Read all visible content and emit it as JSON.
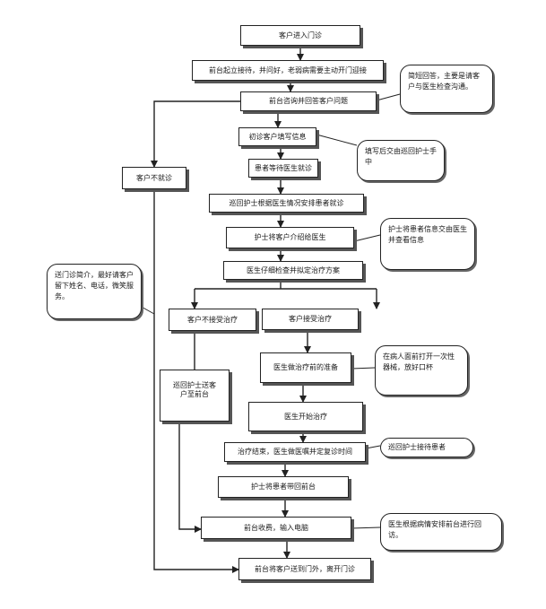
{
  "diagram": {
    "header": "",
    "nodes": {
      "enter": "客户进入门诊",
      "reception": "前台起立接待，并问好，老弱病需要主动开门迎接",
      "consult": "前台咨询并回答客户问题",
      "fill_info": "初诊客户填写信息",
      "wait": "患者等待医生就诊",
      "not_visit": "客户不就诊",
      "nurse_arrange": "巡回护士根据医生情况安排患者就诊",
      "nurse_introduce": "护士将客户介绍给医生",
      "doctor_check": "医生仔细检查并拟定治疗方案",
      "not_accept": "客户不接受治疗",
      "accept": "客户接受治疗",
      "nurse_send": "巡回护士送客户至前台",
      "prepare": "医生做治疗前的准备",
      "start": "医生开始治疗",
      "finish": "治疗结束，医生做医嘱并定复诊时间",
      "nurse_bring": "护士将患者带回前台",
      "checkout": "前台收费，输入电脑",
      "leave": "前台将客户送到门外，离开门诊"
    },
    "notes": {
      "consult_note": "简短回答，主要是请客户与医生检查沟通。",
      "fill_note": "填写后交由巡回护士手中",
      "info_note": "护士将患者信息交由医生并查看信息",
      "intro_note": "送门诊简介，最好请客户留下姓名、电话，微笑服务。",
      "open_note": "在病人面前打开一次性器械，放好口杯",
      "receive_note": "巡回护士接待患者",
      "followup_note": "医生根据病情安排前台进行回访。"
    }
  }
}
